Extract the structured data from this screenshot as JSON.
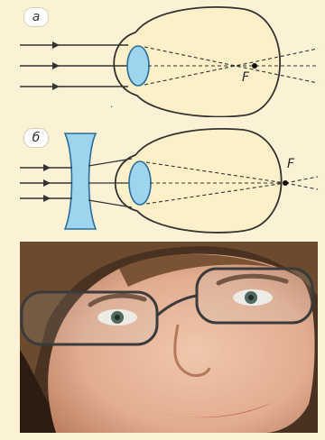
{
  "diagram_a": {
    "label": "а",
    "focus_label": "F"
  },
  "diagram_b": {
    "label": "б",
    "focus_label": "F"
  },
  "colors": {
    "background": "#fbf2d6",
    "eye_fill": "#fbf0c8",
    "lens_fill": "#9fd4ef",
    "lens_stroke": "#2b6d99",
    "line": "#333333",
    "photo_skin": "#e2ad90",
    "photo_hair": "#6b4a2e"
  },
  "photo": {
    "subject": "woman-wearing-glasses"
  }
}
